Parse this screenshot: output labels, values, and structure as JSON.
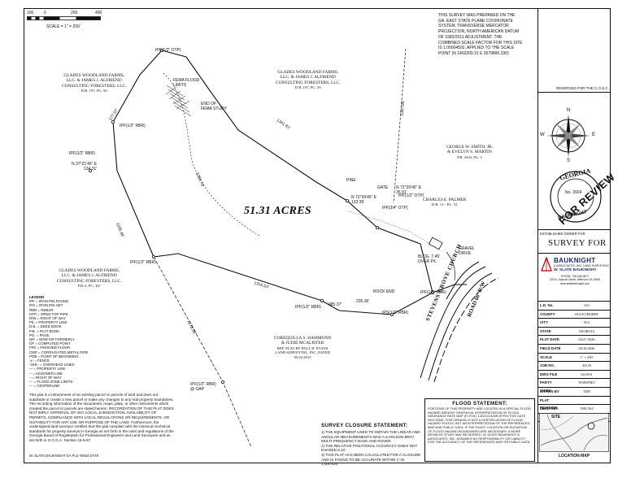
{
  "scale_bar": {
    "ticks": [
      "100",
      "0",
      "200",
      "400"
    ],
    "label": "SCALE = 1\" = 200'"
  },
  "projection_note": [
    "THIS SURVEY WAS PREPARED ON THE",
    "GA. EAST STATE PLANE COORDINATE",
    "SYSTEM, TRANSVERSE MERCATOR",
    "PROJECTION, NORTH AMERICAN DATUM",
    "OF 1983/2011 ADJUSTMENT. THE",
    "COMBINED SCALE FACTOR FOR THIS SITE",
    "IS 1.00004592, APPLIED TO THE SCALE",
    "POINT (N 1402209.31 E 2679890.330)"
  ],
  "reserved_label": "RESERVED FOR THE C.O.S.C.",
  "compass": {
    "n": "N",
    "s": "S",
    "e": "E",
    "w": "W"
  },
  "acreage": "51.31 ACRES",
  "owners": [
    {
      "lines": [
        "GLADES WOODLAND FARMS,",
        "LLC. & JAMES J. ALFRIEND",
        "CONSULTING FORESTERS, LLC."
      ],
      "ref": "D.B. 197, PG. 56"
    },
    {
      "lines": [
        "GLADES WOODLAND FARMS,",
        "LLC. & JAMES J. ALFRIEND",
        "CONSULTING FORESTERS, LLC."
      ],
      "ref": "D.B. 197, PG. 56"
    },
    {
      "lines": [
        "GEORGE W. SMITH, JR.",
        "& EVELYN S. MARTIN"
      ],
      "ref": "P.B. 4343, PG. 3"
    },
    {
      "lines": [
        "CHARLES E. PALMER"
      ],
      "ref": "D.B. 11-- PG. 53"
    },
    {
      "lines": [
        "GLADES WOODLAND FARMS,",
        "LLC. & JAMES J. ALFRIEND",
        "CONSULTING FORESTERS, LLC."
      ],
      "ref": "P.B. 6, PG. 167"
    },
    {
      "lines": [
        "COREQUILLA S. HAMMOND",
        "& JUDIE MCALISTER"
      ],
      "ref": "REF. PLAT BY PAUL B. EVANS\nLAND SURVEYING, INC. DATED\n05/22/2015"
    }
  ],
  "road": {
    "name": "STEVENS GROVE CHURCH",
    "name2": "ROAD",
    "row": "60' R/W"
  },
  "map_labels": {
    "flood_limits": "FEMA FLOOD\nLIMITS",
    "end_study": "END OF\nFEMA STUDY",
    "pine": "PINE",
    "gate": "GATE",
    "rock_end": "ROCK END",
    "bldg": "BLDG. 7.45'\nOVER P/L",
    "gravel": "GRAVEL\nDRIVE",
    "call1": "N 72°39'45\" E",
    "dist1": "35.91'",
    "call2": "N 72°39'45\" E",
    "dist2": "133.36'",
    "call3": "N 37°21'45\" E",
    "dist3": "134.31'",
    "dist4": "1341.81'",
    "dist5": "1316.54'",
    "dist6": "1268.75'",
    "dist7": "985.37'",
    "dist8": "1185.48'",
    "dist9": "1178.56'",
    "dist10": "1087.89'",
    "dist11": "577.07'",
    "dist12": "235.36'"
  },
  "pins": [
    "IPF(1/2\" OTP)",
    "IPF(1/2\" RBR)",
    "IPF(1/2\" RBR)",
    "IPF(1/2\" RBR)",
    "IPF(3/4\" OTP)",
    "IPF(1/2\" OTP)",
    "IPF(1/2\" RBR)",
    "IPS(1/2\" RBR)",
    "IPF(1/2\" RBR)",
    "IPF(1/2\" RBR)\n@ GAP"
  ],
  "legend": [
    "LEGEND",
    "IPF = IRON PIN FOUND",
    "IPS = IRON PIN SET",
    "RBR = REBAR",
    "OTP = OPEN TOP PIPE",
    "R/W = RIGHT OF WAY",
    "P/L = PROPERTY LINE",
    "D.B. = DEED BOOK",
    "P.B. = PLAT BOOK",
    "PG. = PAGE",
    "N/F = NOW OR FORMERLY",
    "CP = COMPUTED POINT",
    "FFE = FINISHED FLOOR",
    "CMP = CORRUGATED METAL PIPE",
    "POB = POINT OF BEGINNING",
    "-x- = FENCE",
    "-OHL- = OVERHEAD LINES",
    "--- = PROPERTY LINE",
    "-- = ADJOINER LINE",
    "-- = RIGHT OF WAY",
    "--- = FLOOD ZONE LIMITS",
    "--- = CENTERLINE"
  ],
  "notes": "This plat is a retracement of an existing parcel or parcels of land and does not subdivide or create a new parcel or make any changes to any real property boundaries. The recording information of the documents, maps, plats, or other instruments which created the parcel or parcels are stated hereon. RECORDATION OF THIS PLAT DOES NOT IMPLY APPROVAL OF ANY LOCAL JURISDICTION, AVAILABILITY OF PERMITS, COMPLIANCE WITH LOCAL REGULATIONS OR REQUIREMENTS, OR SUITABILITY FOR ANY USE OR PURPOSE OF THE LAND. Furthermore, the undersigned land surveyor certifies that this plat complies with the minimum technical standards for property surveys in Georgia as set forth in the rules and regulations of the Georgia Board of Registration for Professional Engineers and Land Surveyors and as set forth in O.C.G.A. Section 15-6-67.",
  "signature_line": "W. SLATE BAUKNIGHT GA PLS #3924    DATE",
  "closure": {
    "title": "SURVEY CLOSURE STATEMENT:",
    "items": [
      "1) THE EQUIPMENT USED TO OBTAIN THE LINEAR AND ANGULAR MEASUREMENTS WAS A CARLSON BRX7 MULTI-FREQUENCY BASE AND ROVER.",
      "2) THE RELATIVE POSITIONAL ACCURACY DOES NOT EXCEED 0.10'.",
      "3) THIS PLAT HAS BEEN CALCULATED FOR A CLOSURE AND IS FOUND TO BE ACCURATE WITHIN 1' IN 1,000,420'."
    ]
  },
  "flood": {
    "title": "FLOOD STATEMENT:",
    "text": "PORTIONS OF THIS PROPERTY ARE LOCATED IN A SPECIAL FLOOD HAZARD AREA BY GRAPHICAL INTERPRETATION OF FLOOD INSURANCE RATE MAP (F.I.R.M.) 13221C0100B EFFECTIVE DATE 09/17/2008. THIS OPINION IS NOT A CERTIFICATION OF FLOOD HAZARD STATUS, BUT AN INTERPRETATION OF THE REFERENCED MAP AND PUBLIC DATA. IF THE EXACT LOCATION OR ELEVATION OF FLOOD HAZARD BOUNDARIES ARE NECESSARY, A MORE DETAILED STUDY MAY BE NEEDED. W. SLATE BAUKNIGHT & ASSOCIATES, INC. ASSUMES NO RESPONSIBILITY OR LIABILITY FOR THE ACCURACY OF THE REFERENCED MAP OR PUBLIC DATA."
  },
  "seal": {
    "top": "GEORGIA",
    "mid": "No. 3924",
    "name": "BAUKNIGHT",
    "stamp": "FOR REVIEW"
  },
  "ownership_label": "ESTABLISHED OWNER FOR",
  "survey_for": "SURVEY FOR",
  "company": {
    "name": "BAUKNIGHT",
    "sub": "& ASSOCIATES, INC. LAND SURVEYING",
    "person": "W. SLATE BAUKNIGHT",
    "addr": [
      "PHONE: 706-548-0877",
      "225 N. Jackson Street Jefferson GA 30549",
      "www.slatebauknight.com"
    ]
  },
  "project_rows": [
    {
      "k": "L.D. No.",
      "v": "233"
    },
    {
      "k": "COUNTY",
      "v": "OGLETHORPE"
    },
    {
      "k": "CITY",
      "v": "N/A"
    },
    {
      "k": "STATE",
      "v": "GEORGIA"
    },
    {
      "k": "PLAT DATE",
      "v": "04/27/2026"
    },
    {
      "k": "FIELD DATE",
      "v": "04/16/2026"
    },
    {
      "k": "SCALE",
      "v": "1\" = 200'"
    },
    {
      "k": "JOB NO.",
      "v": "26139"
    },
    {
      "k": "DWG FILE",
      "v": "26139A"
    },
    {
      "k": "PARTY CHIEF",
      "v": "WSB/PMO"
    },
    {
      "k": "DRAWN BY",
      "v": "TDD"
    },
    {
      "k": "PLAT REVISION",
      "v": ""
    },
    {
      "k": "DEED REF.",
      "v": "1981/362"
    },
    {
      "k": "TAX PIN",
      "v": "132-031"
    }
  ],
  "location_map_label": "LOCATION MAP",
  "site_label": "SITE"
}
